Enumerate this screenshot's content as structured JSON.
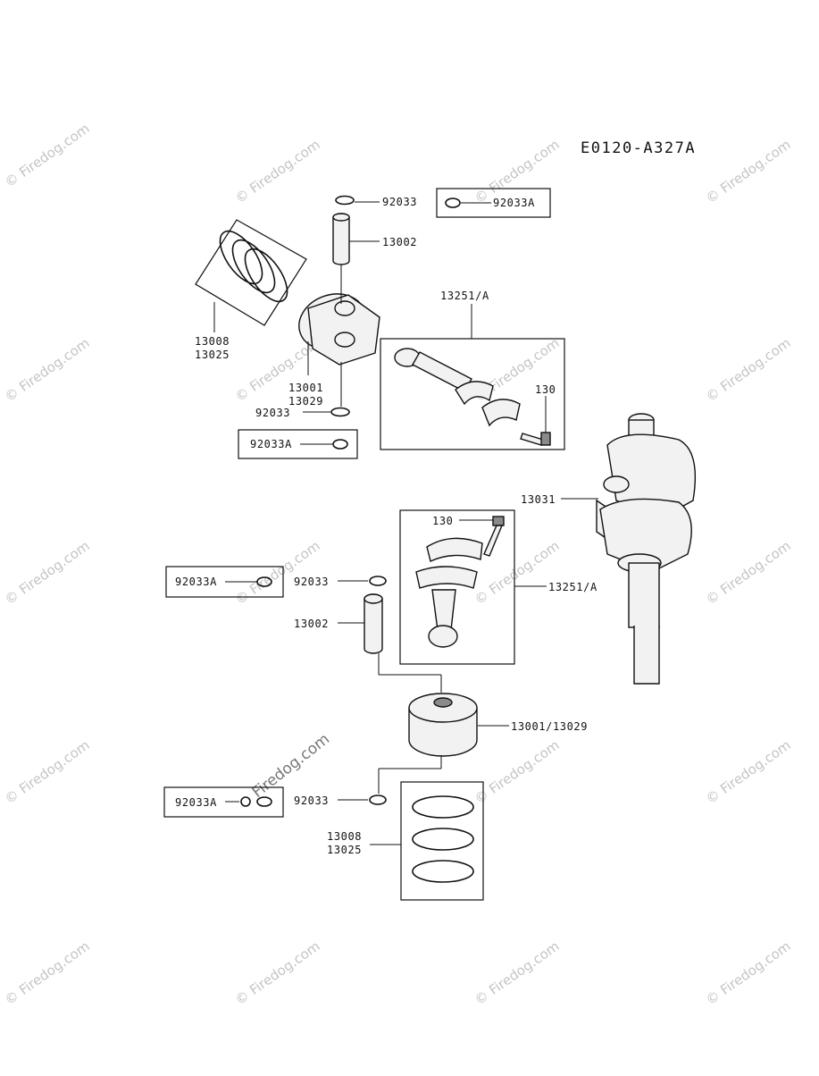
{
  "diagram": {
    "code": "E0120-A327A",
    "labels": {
      "clip_top": "92033",
      "clip_top_alt": "92033A",
      "pin_top": "13002",
      "rings_top_a": "13008",
      "rings_top_b": "13025",
      "rod_top": "13251/A",
      "bolt_top": "130",
      "piston_top_a": "13001",
      "piston_top_b": "13029",
      "clip_mid": "92033",
      "clip_mid_alt": "92033A",
      "crank": "13031",
      "bolt_bottom": "130",
      "rod_bottom": "13251/A",
      "clip_left_alt": "92033A",
      "clip_left": "92033",
      "pin_bottom": "13002",
      "piston_bottom": "13001/13029",
      "clip_bottom_alt": "92033A",
      "clip_bottom": "92033",
      "rings_bottom_a": "13008",
      "rings_bottom_b": "13025"
    }
  },
  "watermarks": {
    "text": "© Firedog.com",
    "center_text": "Firedog.com"
  }
}
